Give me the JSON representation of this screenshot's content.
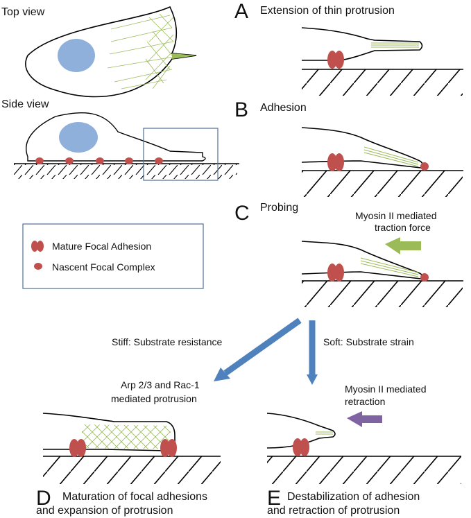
{
  "top_view_label": "Top view",
  "side_view_label": "Side view",
  "legend": {
    "mature": "Mature Focal Adhesion",
    "nascent": "Nascent Focal Complex"
  },
  "panel_a": {
    "letter": "A",
    "title": "Extension of thin protrusion"
  },
  "panel_b": {
    "letter": "B",
    "title": "Adhesion"
  },
  "panel_c": {
    "letter": "C",
    "title": "Probing",
    "force_line1": "Myosin II mediated",
    "force_line2": "traction force"
  },
  "branch_stiff": "Stiff: Substrate resistance",
  "branch_soft": "Soft: Substrate strain",
  "panel_d": {
    "letter": "D",
    "note_line1": "Arp 2/3 and Rac-1",
    "note_line2": "mediated protrusion",
    "caption_line1": "Maturation of focal adhesions",
    "caption_line2": "and expansion of protrusion"
  },
  "panel_e": {
    "letter": "E",
    "note_line1": "Myosin II mediated",
    "note_line2": "retraction",
    "caption_line1": "Destabilization of adhesion",
    "caption_line2": "and retraction of protrusion"
  },
  "colors": {
    "nucleus": "#8fb0db",
    "adhesion": "#c0504d",
    "fiber": "#9bbb59",
    "green_arrow": "#9bbb59",
    "blue_arrow": "#4f81bd",
    "purple_arrow": "#8064a2",
    "box_border": "#4f6f95"
  }
}
